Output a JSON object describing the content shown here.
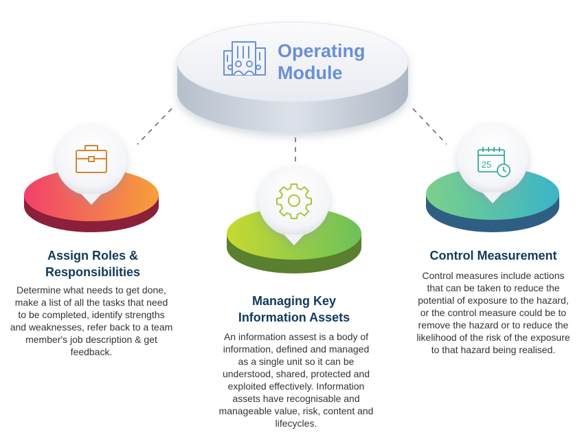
{
  "center": {
    "title_line1": "Operating",
    "title_line2": "Module",
    "icon": "office-building-people-icon",
    "color": "#6a8fd6"
  },
  "steps": [
    {
      "title_line1": "Assign Roles &",
      "title_line2": "Responsibilities",
      "icon": "briefcase-icon",
      "colors": [
        "#f2416b",
        "#f6a03a"
      ],
      "description": "Determine what needs to get done, make a list of all the tasks that need to be completed, identify strengths and weaknesses, refer back to a team member's job description & get feedback."
    },
    {
      "title_line1": "Managing Key",
      "title_line2": "Information Assets",
      "icon": "gear-icon",
      "colors": [
        "#c7d930",
        "#6cc15a"
      ],
      "description": "An information assest is a body of information, defined and managed as a single unit so it can be understood, shared, protected and exploited effectively. Information assets have recognisable and manageable value, risk, content and lifecycles."
    },
    {
      "title_line1": "Control Measurement",
      "title_line2": "",
      "icon": "calendar-clock-icon",
      "colors": [
        "#7cd08a",
        "#3ab4c8"
      ],
      "description": "Control measures include actions that can be taken to reduce the potential of exposure to the hazard, or the control measure could be to remove the hazard or to reduce the likelihood of the risk of the exposure to that hazard being realised."
    }
  ],
  "calendar_day": "25"
}
